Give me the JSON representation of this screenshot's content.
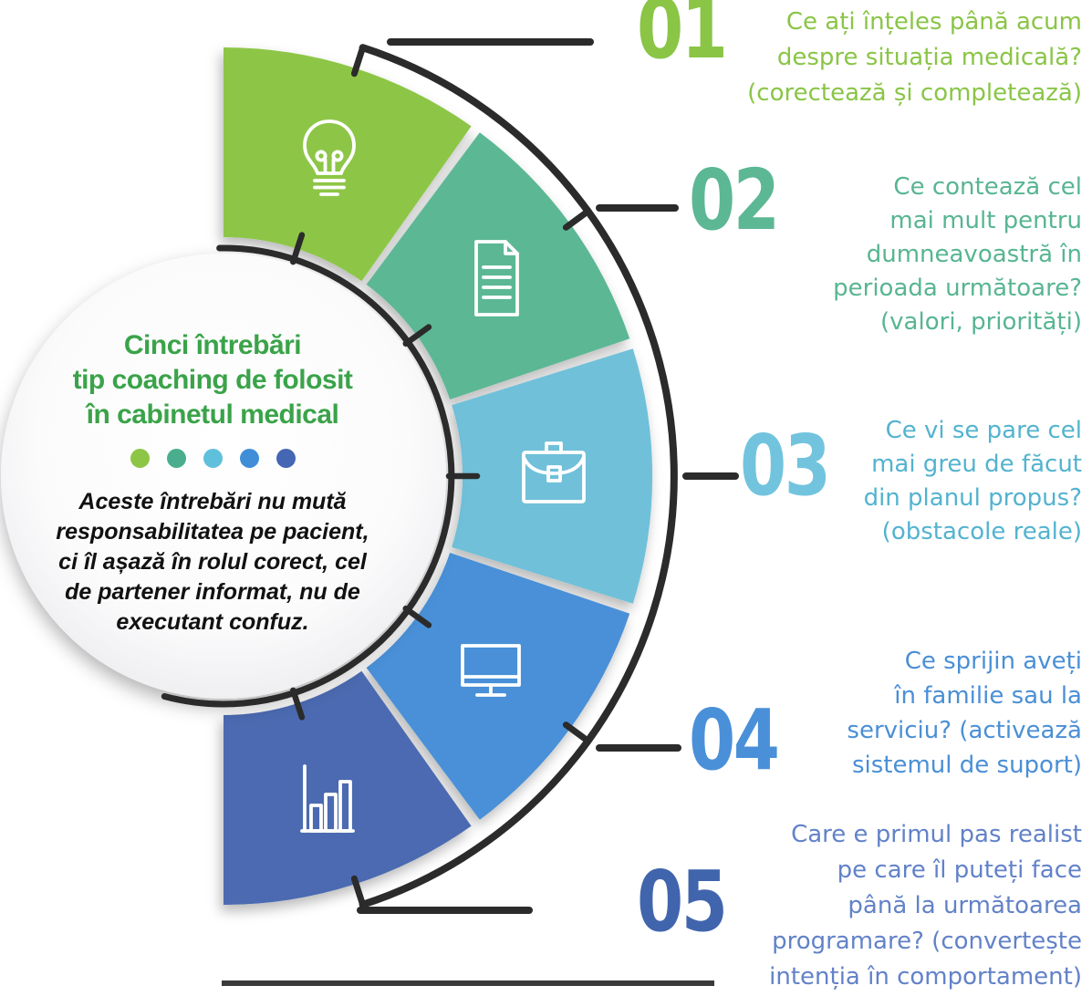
{
  "center_card": {
    "title": "Cinci întrebări\ntip coaching de folosit\nîn cabinetul medical",
    "title_color": "#3aa349",
    "description": "Aceste întrebări nu mută\nresponsabilitatea pe pacient,\nci îl așază în rolul corect, cel\nde partener informat, nu de\nexecutant confuz.",
    "dot_colors": [
      "#8dc646",
      "#4aae8e",
      "#5fc0dc",
      "#3f8ed7",
      "#4466b3"
    ]
  },
  "items": [
    {
      "number": "01",
      "icon": "lightbulb-icon",
      "color": "#8dc646",
      "number_color": "#8ac546",
      "text_color": "#8ac546",
      "text": "Ce ați înțeles până acum\ndespre situația medicală?\n(corectează și completează)"
    },
    {
      "number": "02",
      "icon": "document-icon",
      "color": "#5cb795",
      "number_color": "#5cb795",
      "text_color": "#57b592",
      "text": "Ce contează cel\nmai mult pentru\ndumneavoastră în\nperioada următoare?\n(valori, priorități)"
    },
    {
      "number": "03",
      "icon": "briefcase-icon",
      "color": "#6fc0d9",
      "number_color": "#72c4de",
      "text_color": "#53b3cf",
      "text": "Ce vi se pare cel\nmai greu de făcut\ndin planul propus?\n(obstacole reale)"
    },
    {
      "number": "04",
      "icon": "monitor-icon",
      "color": "#4a90d8",
      "number_color": "#4a90d8",
      "text_color": "#4a8fd6",
      "text": "Ce sprijin aveți\nîn familie sau la\nserviciu? (activează\nsistemul de suport)"
    },
    {
      "number": "05",
      "icon": "bar-chart-icon",
      "color": "#4b6ab1",
      "number_color": "#4165ad",
      "text_color": "#6282c8",
      "text": "Care e primul pas realist\npe care îl puteți face\npână la următoarea\nprogramare? (convertește\nintenția în comportament)"
    }
  ],
  "colors": {
    "outline": "#2b2b2b",
    "divider": "#3a3a3a",
    "background": "#ffffff"
  }
}
